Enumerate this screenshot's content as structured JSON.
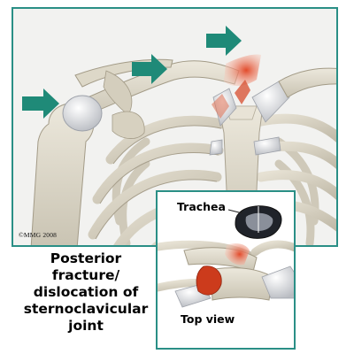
{
  "copyright": "©MMG 2008",
  "caption_lines": [
    "Posterior",
    "fracture/",
    "dislocation of",
    "sternoclavicular",
    "joint"
  ],
  "inset": {
    "trachea_label": "Trachea",
    "view_label": "Top view"
  },
  "colors": {
    "frame_border": "#2a8f86",
    "arrow": "#1f8a78",
    "fracture_highlight": "#e24a2a",
    "bone": "#ddd8c8"
  },
  "icons": [
    "direction-arrow-icon"
  ]
}
